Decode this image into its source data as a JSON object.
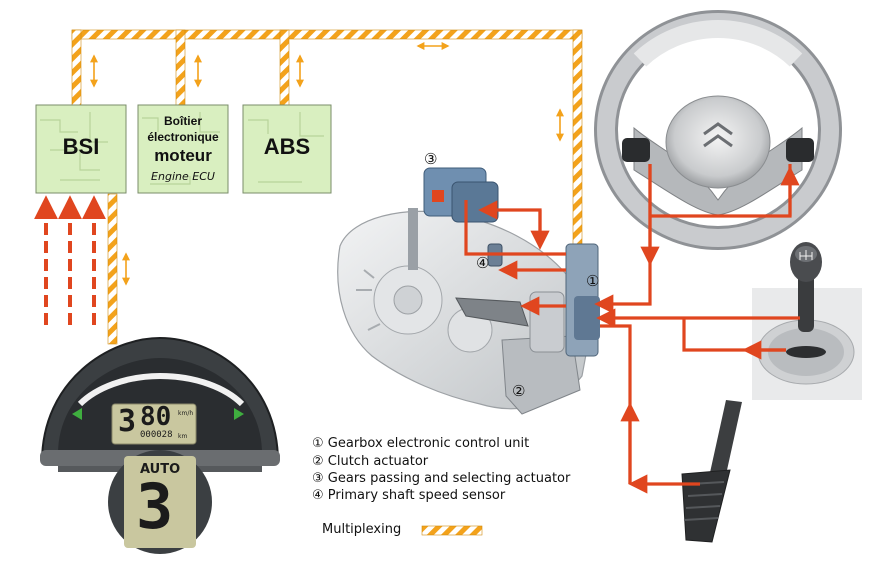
{
  "ecu_boxes": {
    "bsi": "BSI",
    "engine_l1": "Boîtier",
    "engine_l2": "électronique",
    "engine_l3": "moteur",
    "engine_sub": "Engine ECU",
    "abs": "ABS"
  },
  "callouts": {
    "n1": "①",
    "n2": "②",
    "n3": "③",
    "n4": "④"
  },
  "legend": {
    "items": [
      "① Gearbox electronic control unit",
      "② Clutch actuator",
      "③ Gears passing and selecting actuator",
      "④ Primary shaft speed sensor"
    ],
    "multiplexing": "Multiplexing"
  },
  "dashboard": {
    "speed": "80",
    "speed_unit": "km/h",
    "gear": "3",
    "odometer": "000028",
    "odo_unit": "km",
    "mode": "AUTO",
    "zoom_gear": "3"
  },
  "colors": {
    "bus_stripe_a": "#f3a21b",
    "bus_stripe_b": "#ffffff",
    "signal_red": "#e0461f",
    "ecu_fill": "#d9efc0",
    "dash_dark": "#3b3f42"
  }
}
